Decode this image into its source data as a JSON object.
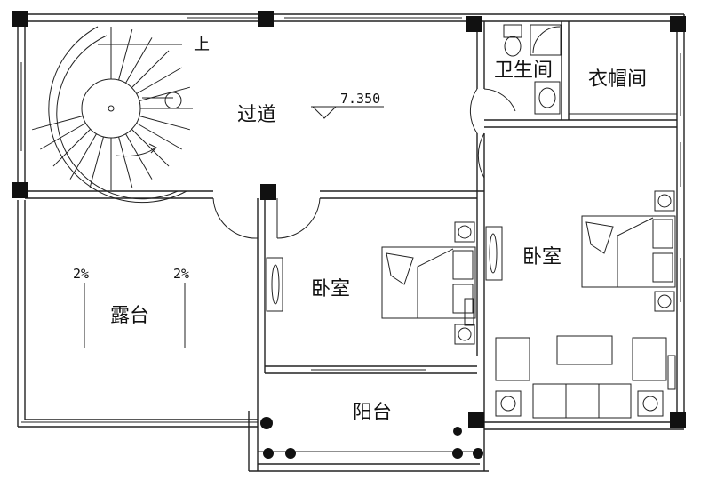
{
  "rooms": {
    "corridor": "过道",
    "bathroom": "卫生间",
    "cloakroom": "衣帽间",
    "bedroom_left": "卧室",
    "bedroom_right": "卧室",
    "terrace": "露台",
    "balcony": "阳台"
  },
  "stair_label": "上",
  "elevation_mark": "7.350",
  "slopes": [
    "2%",
    "2%"
  ]
}
